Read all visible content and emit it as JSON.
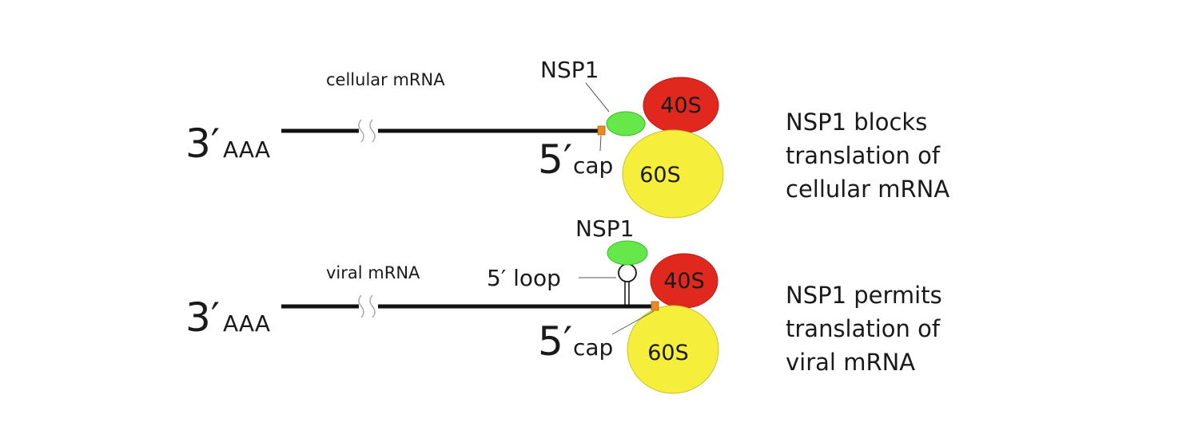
{
  "panels": [
    {
      "id": "cellular",
      "mrna_label": "cellular mRNA",
      "three_prime": "3′",
      "poly_a": "AAA",
      "five_prime": "5′",
      "cap": "cap",
      "nsp1": "NSP1",
      "small_subunit": "40S",
      "large_subunit": "60S",
      "description": [
        "NSP1 blocks",
        "translation of",
        "cellular mRNA"
      ]
    },
    {
      "id": "viral",
      "mrna_label": "viral mRNA",
      "three_prime": "3′",
      "poly_a": "AAA",
      "five_prime": "5′",
      "cap": "cap",
      "nsp1": "NSP1",
      "loop": "5′ loop",
      "small_subunit": "40S",
      "large_subunit": "60S",
      "description": [
        "NSP1 permits",
        "translation of",
        "viral mRNA"
      ]
    }
  ],
  "colors": {
    "nsp1": "#66e84a",
    "subunit_40s": "#e0281e",
    "subunit_60s": "#f5ef3c",
    "cap": "#e98a22",
    "strand": "#111111"
  }
}
